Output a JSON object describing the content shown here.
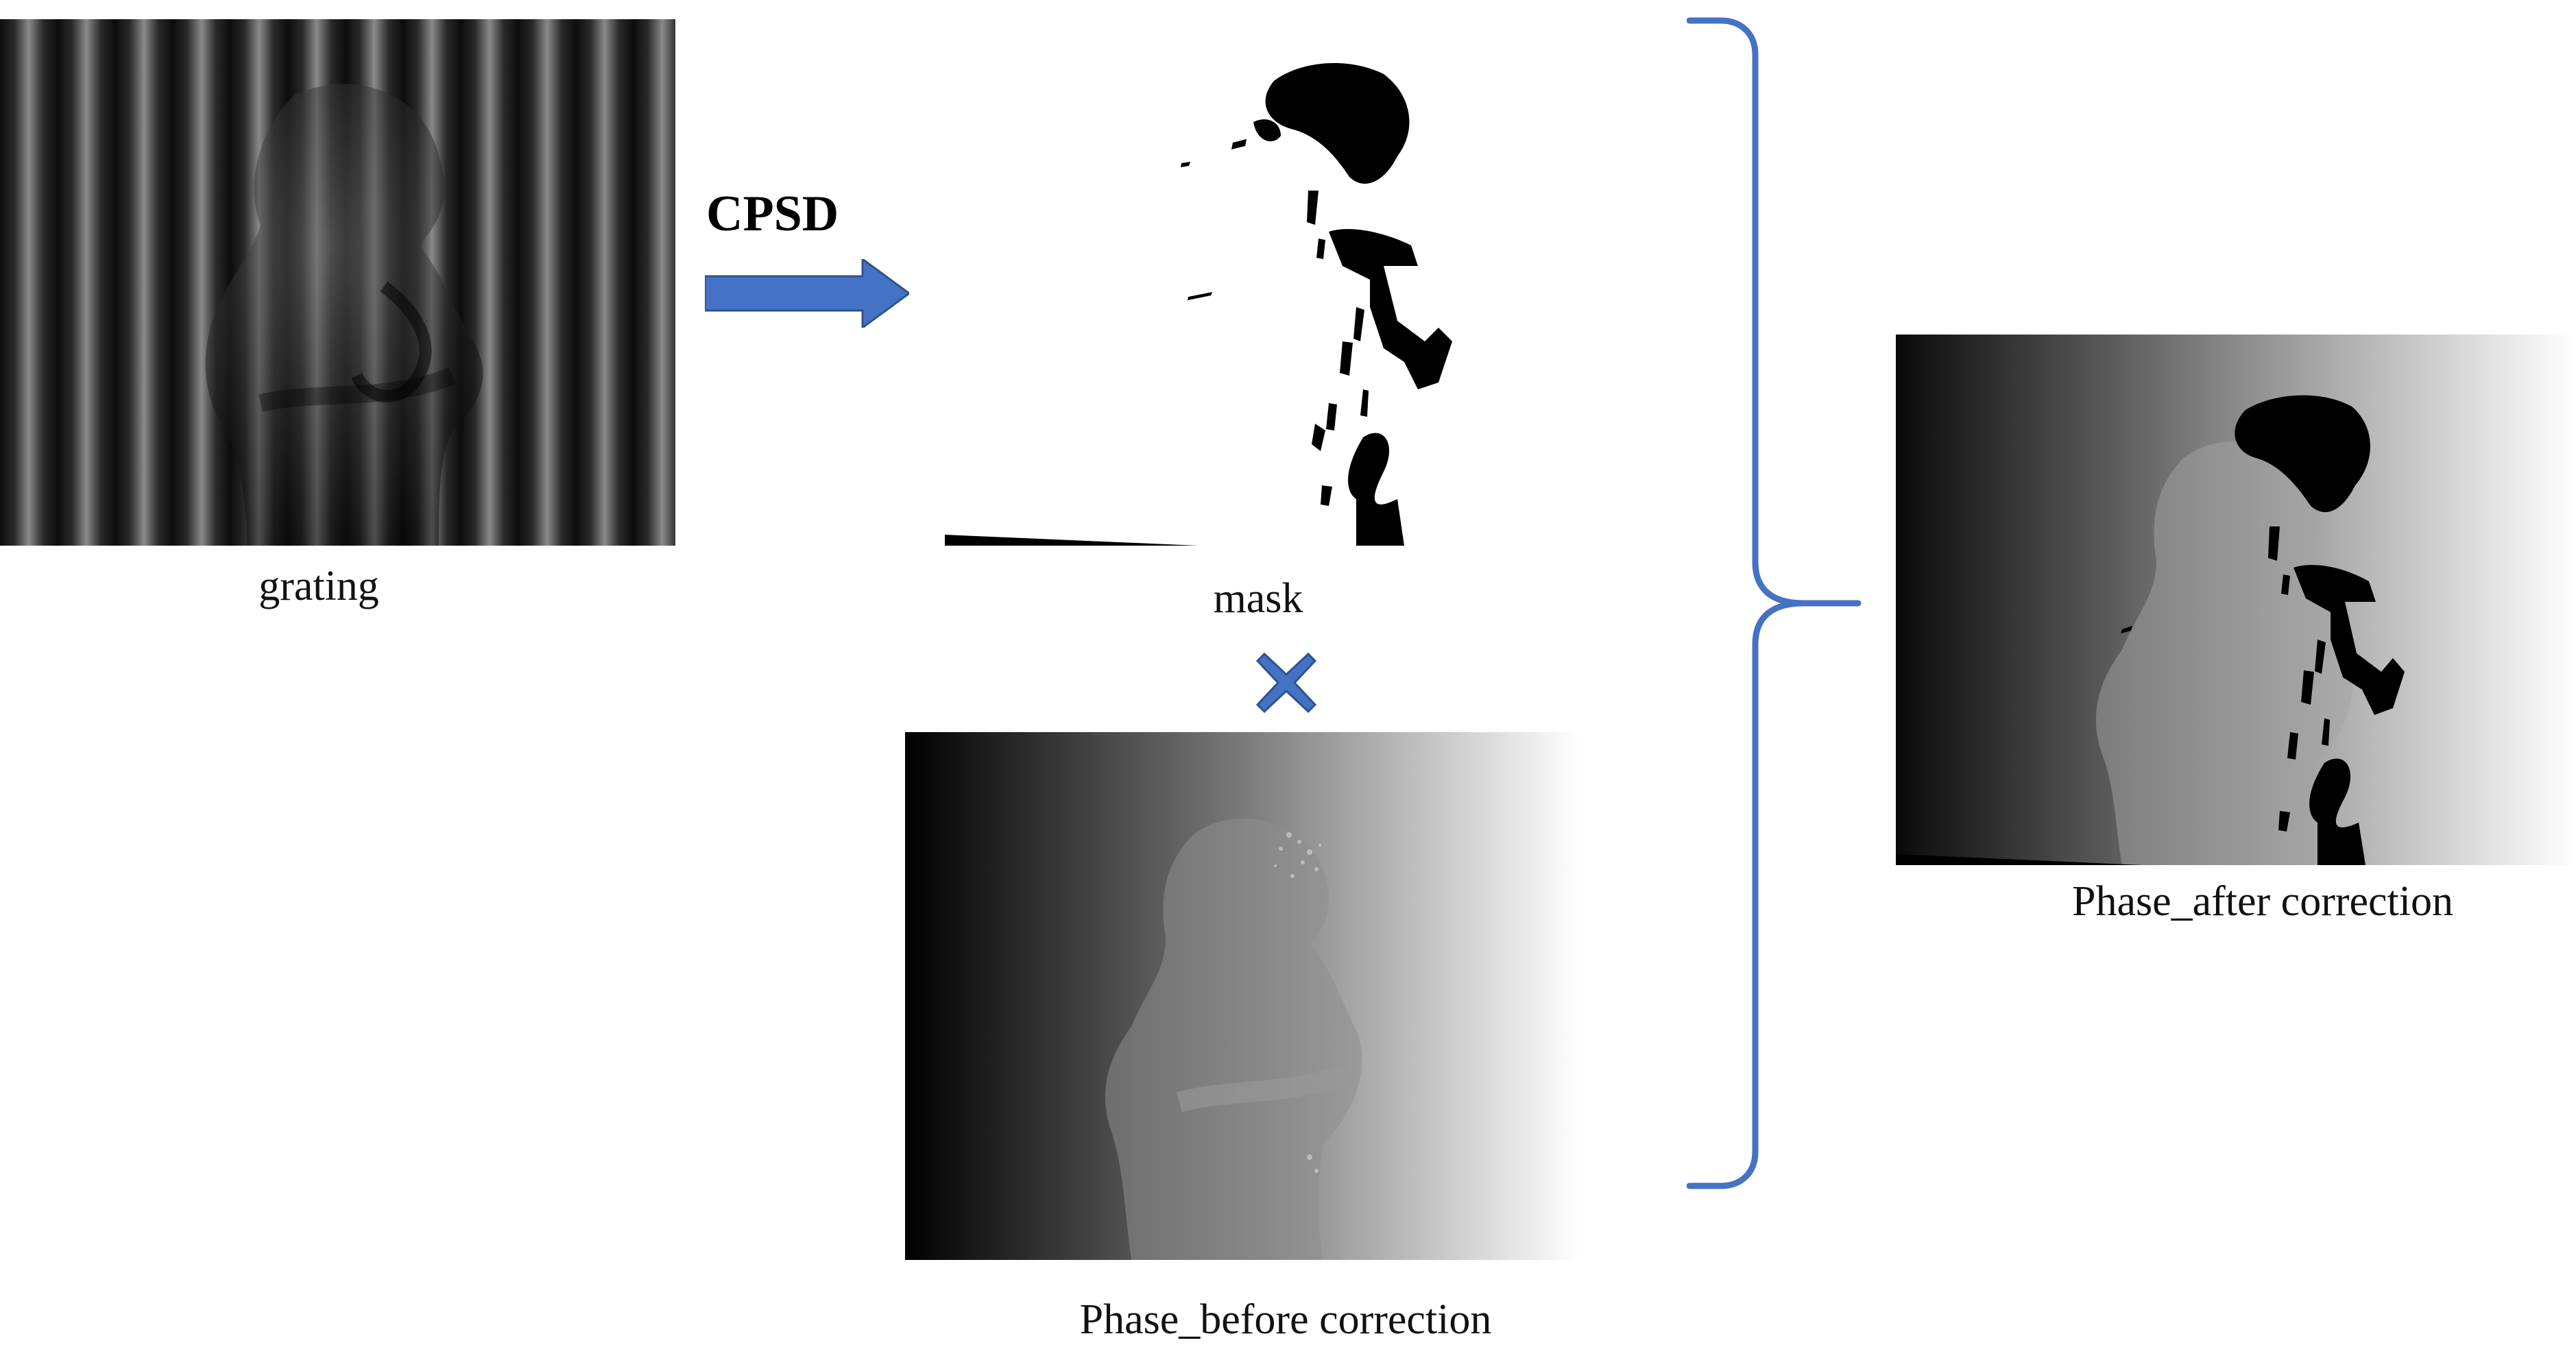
{
  "labels": {
    "grating": "grating",
    "mask": "mask",
    "phase_before": "Phase_before correction",
    "phase_after": "Phase_after correction",
    "operation": "CPSD"
  },
  "colors": {
    "accent": "#4472C4",
    "background": "#ffffff",
    "ink": "#000000"
  },
  "icons": {
    "arrow": "right-arrow-icon",
    "multiply": "multiply-cross-icon",
    "bracket": "right-curly-brace-icon"
  }
}
